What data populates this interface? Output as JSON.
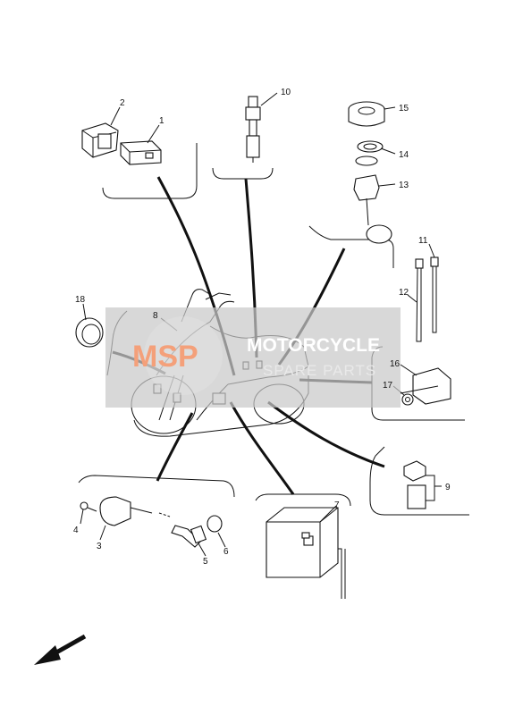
{
  "part_labels": [
    "1",
    "2",
    "3",
    "4",
    "5",
    "6",
    "7",
    "8",
    "9",
    "10",
    "11",
    "12",
    "13",
    "14",
    "15",
    "16",
    "17",
    "18"
  ],
  "watermark": {
    "logo": "MSP",
    "title": "MOTORCYCLE",
    "subtitle": "SPARE PARTS"
  },
  "colors": {
    "line": "#111111",
    "watermark_box": "#c9c9c9",
    "watermark_logo": "#f4a07a"
  },
  "direction_icon": "front-arrow-icon"
}
